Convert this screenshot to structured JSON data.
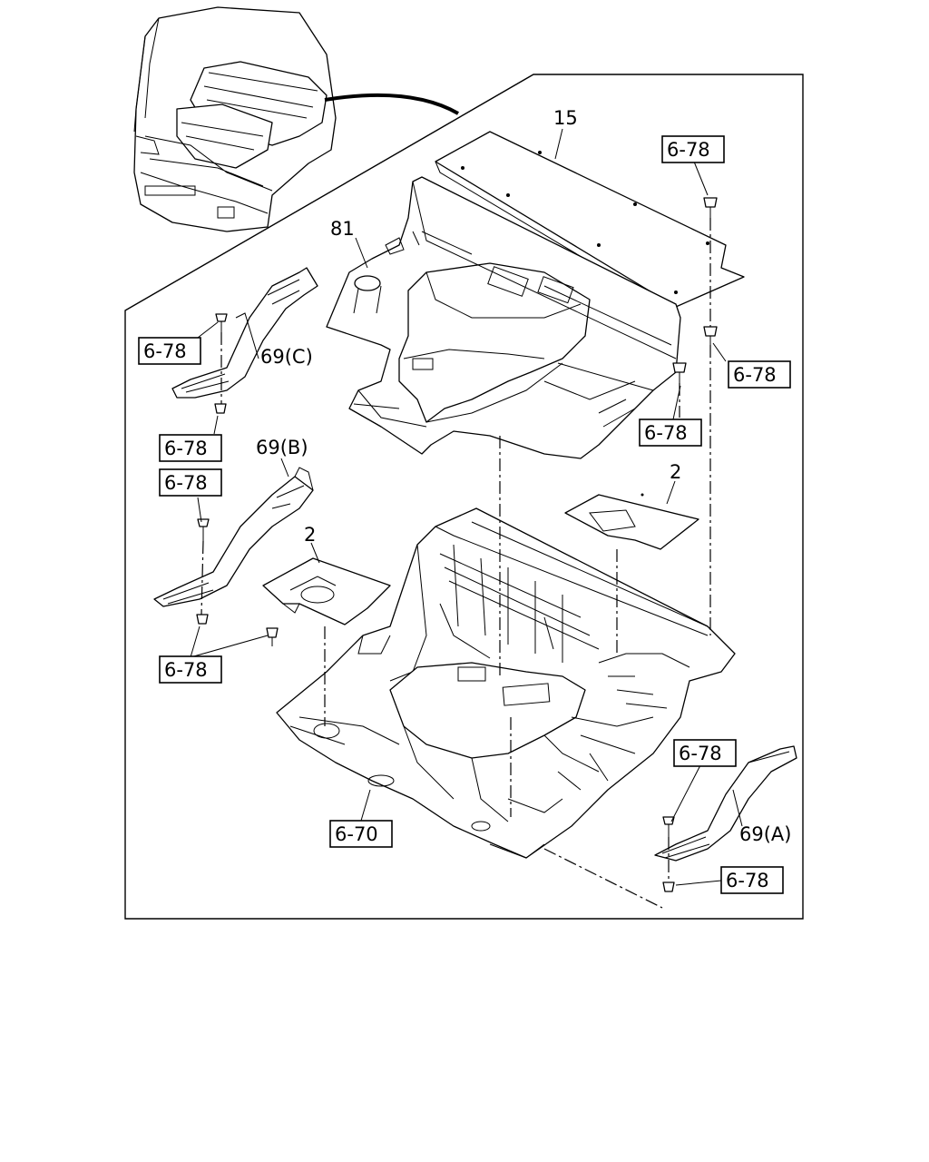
{
  "callouts": {
    "panel_15": "15",
    "panel_81": "81",
    "bolt_top_right": "6-78",
    "bolt_right_mid": "6-78",
    "bolt_center_right": "6-78",
    "bolt_c_top": "6-78",
    "bolt_c_bottom": "6-78",
    "bolt_b_top": "6-78",
    "bolt_b_bottom": "6-78",
    "bolt_a_top": "6-78",
    "bolt_a_bottom": "6-78",
    "plate_2_left": "2",
    "plate_2_right": "2",
    "sill_c": "69(C)",
    "sill_b": "69(B)",
    "sill_a": "69(A)",
    "floor_670": "6-70"
  }
}
